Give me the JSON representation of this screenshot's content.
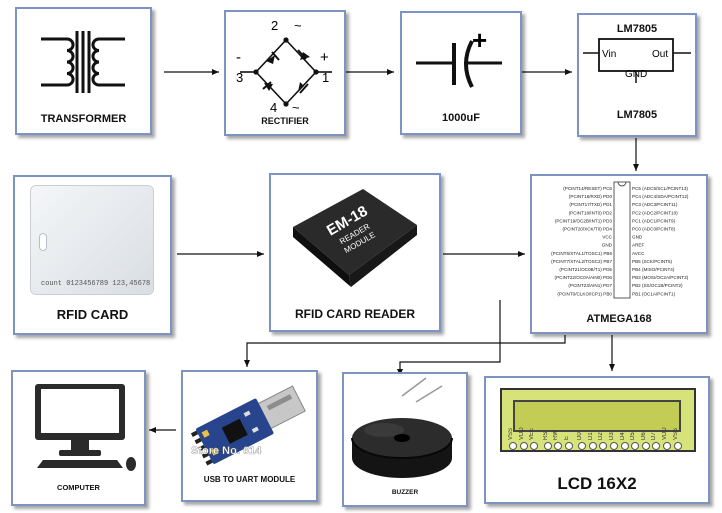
{
  "blocks": {
    "transformer": {
      "label": "TRANSFORMER"
    },
    "rectifier": {
      "label": "RECTIFIER",
      "pins": {
        "p1": "1",
        "p2": "2",
        "p3": "3",
        "p4": "4",
        "minus": "-",
        "plus": "+",
        "tilde_top": "~",
        "tilde_bottom": "~"
      }
    },
    "capacitor": {
      "label": "1000uF",
      "plus": "+"
    },
    "regulator": {
      "label": "LM7805",
      "chip_title": "LM7805",
      "vin": "Vin",
      "out": "Out",
      "gnd": "GND"
    },
    "rfid_card": {
      "label": "RFID CARD",
      "card_number": "count 0123456789 123,45678"
    },
    "reader": {
      "label": "RFID CARD READER",
      "chip_name": "EM-18",
      "chip_line1": "READER",
      "chip_line2": "MODULE"
    },
    "mcu": {
      "label": "ATMEGA168",
      "left_pins": [
        "(PCINT14/RESET) PC6",
        "(PCINT16/RXD) PD0",
        "(PCINT17/TXD) PD1",
        "(PCINT18/INT0) PD2",
        "(PCINT19/OC2B/INT1) PD3",
        "(PCINT20/XCK/T0) PD4",
        "VCC",
        "GND",
        "(PCINT6/XTAL1/TOSC1) PB6",
        "(PCINT7/XTAL2/TOSC2) PB7",
        "(PCINT21/OC0B/T1) PD5",
        "(PCINT22/OC0A/AIN0) PD6",
        "(PCINT23/AIN1) PD7",
        "(PCINT0/CLKO/ICP1) PB0"
      ],
      "right_pins": [
        "PC5 (ADC5/SCL/PCINT13)",
        "PC4 (ADC4/SDA/PCINT12)",
        "PC3 (ADC3/PCINT11)",
        "PC2 (ADC2/PCINT10)",
        "PC1 (ADC1/PCINT9)",
        "PC0 (ADC0/PCINT8)",
        "GND",
        "AREF",
        "AVCC",
        "PB5 (SCK/PCINT5)",
        "PB4 (MISO/PCINT4)",
        "PB3 (MOSI/OC2A/PCINT3)",
        "PB2 (SS/OC1B/PCINT2)",
        "PB1 (OC1A/PCINT1)"
      ]
    },
    "computer": {
      "label": "COMPUTER"
    },
    "usb_uart": {
      "label": "USB TO UART MODULE",
      "watermark": "Store No. 614"
    },
    "buzzer": {
      "label": "BUZZER"
    },
    "lcd": {
      "label": "LCD 16X2",
      "pins": [
        "VSS",
        "VDD",
        "VEE",
        "RS",
        "RW",
        "E",
        "D0",
        "D1",
        "D2",
        "D3",
        "D4",
        "D5",
        "D6",
        "D7",
        "VDD",
        "VSS"
      ]
    }
  },
  "colors": {
    "box_border": "#7d93c3",
    "lcd_screen": "#c3cd55",
    "usb_board": "#27448c",
    "chip_body": "#1a1a1a"
  }
}
